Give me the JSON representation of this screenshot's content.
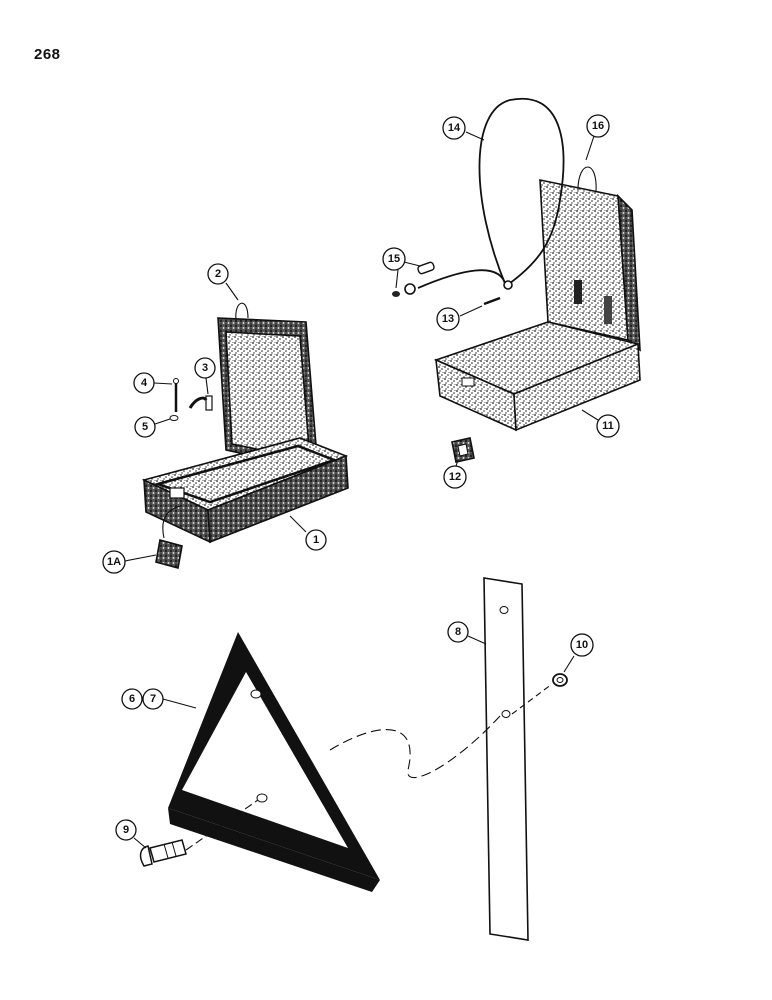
{
  "page_number": "268",
  "callouts": [
    {
      "id": "1",
      "label": "1"
    },
    {
      "id": "1A",
      "label": "1A"
    },
    {
      "id": "2",
      "label": "2"
    },
    {
      "id": "3",
      "label": "3"
    },
    {
      "id": "4",
      "label": "4"
    },
    {
      "id": "5",
      "label": "5"
    },
    {
      "id": "6",
      "label": "6"
    },
    {
      "id": "7",
      "label": "7"
    },
    {
      "id": "8",
      "label": "8"
    },
    {
      "id": "9",
      "label": "9"
    },
    {
      "id": "10",
      "label": "10"
    },
    {
      "id": "11",
      "label": "11"
    },
    {
      "id": "12",
      "label": "12"
    },
    {
      "id": "13",
      "label": "13"
    },
    {
      "id": "14",
      "label": "14"
    },
    {
      "id": "15",
      "label": "15"
    },
    {
      "id": "16",
      "label": "16"
    }
  ],
  "colors": {
    "ink": "#111111",
    "speckle_fill": "#8a8a8a",
    "paper": "#ffffff"
  }
}
